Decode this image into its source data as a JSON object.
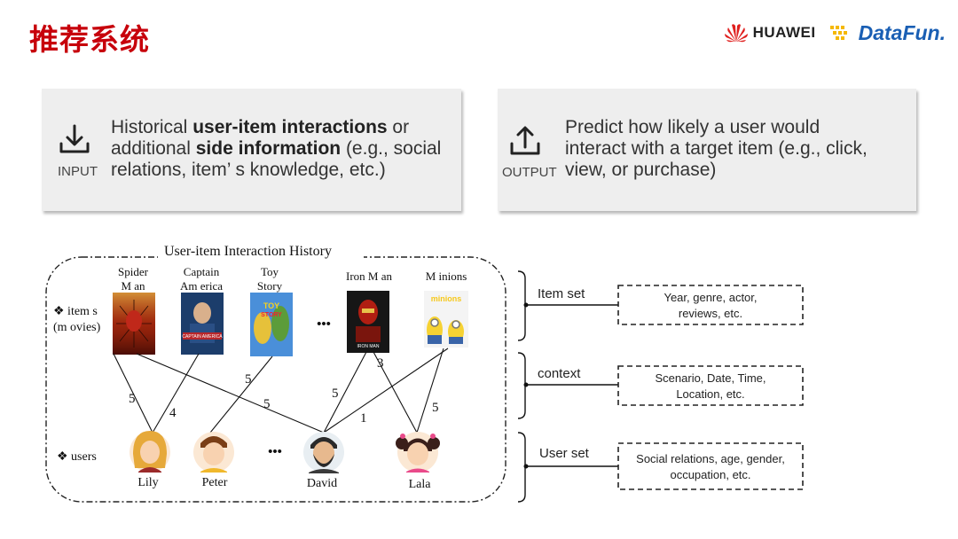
{
  "slide": {
    "title": "推荐系统",
    "brands": {
      "huawei": "HUAWEI",
      "datafun": "DataFun."
    }
  },
  "input_panel": {
    "label": "INPUT",
    "icon": "download-tray-icon",
    "line1_pre": "Historical ",
    "line1_bold": "user-item interactions",
    "line1_post": " or",
    "line2_pre": "additional ",
    "line2_bold": "side information",
    "line2_post": " (e.g., social",
    "line3": "relations, item’ s knowledge, etc.)"
  },
  "output_panel": {
    "label": "OUTPUT",
    "icon": "upload-tray-icon",
    "line1": "Predict how likely a user would",
    "line2": "interact with a target item (e.g., click,",
    "line3": "view, or purchase)"
  },
  "diagram": {
    "frame_title": "User-item Interaction History",
    "items_label": [
      "❖ item s",
      "(m ovies)"
    ],
    "users_label": "❖ users",
    "ellipsis": "•••",
    "movies": [
      {
        "title": [
          "Spider",
          "M an"
        ],
        "poster": "spider-man-poster"
      },
      {
        "title": [
          "Captain",
          "Am erica"
        ],
        "poster": "captain-america-poster"
      },
      {
        "title": [
          "Toy",
          "Story"
        ],
        "poster": "toy-story-poster"
      },
      {
        "title": [
          "Iron M an"
        ],
        "poster": "iron-man-poster"
      },
      {
        "title": [
          "M inions"
        ],
        "poster": "minions-poster"
      }
    ],
    "users": [
      {
        "name": "Lily",
        "avatar": "female-user-icon"
      },
      {
        "name": "Peter",
        "avatar": "male-user-icon"
      },
      {
        "name": "David",
        "avatar": "bearded-user-icon"
      },
      {
        "name": "Lala",
        "avatar": "girl-user-icon"
      }
    ],
    "ratings": [
      "5",
      "4",
      "5",
      "5",
      "5",
      "3",
      "1",
      "5"
    ]
  },
  "side_info": [
    {
      "label": "Item set",
      "box": [
        "Year, genre, actor,",
        "reviews, etc."
      ]
    },
    {
      "label": "context",
      "box": [
        "Scenario, Date, Time,",
        "Location, etc."
      ]
    },
    {
      "label": "User set",
      "box": [
        "Social relations, age, gender,",
        "occupation, etc."
      ]
    }
  ],
  "colors": {
    "title_red": "#c7000b",
    "huawei_red": "#e0201f",
    "datafun_blue": "#1a5fb4",
    "datafun_yellow": "#f5b800",
    "panel_bg": "#eeeeee"
  }
}
